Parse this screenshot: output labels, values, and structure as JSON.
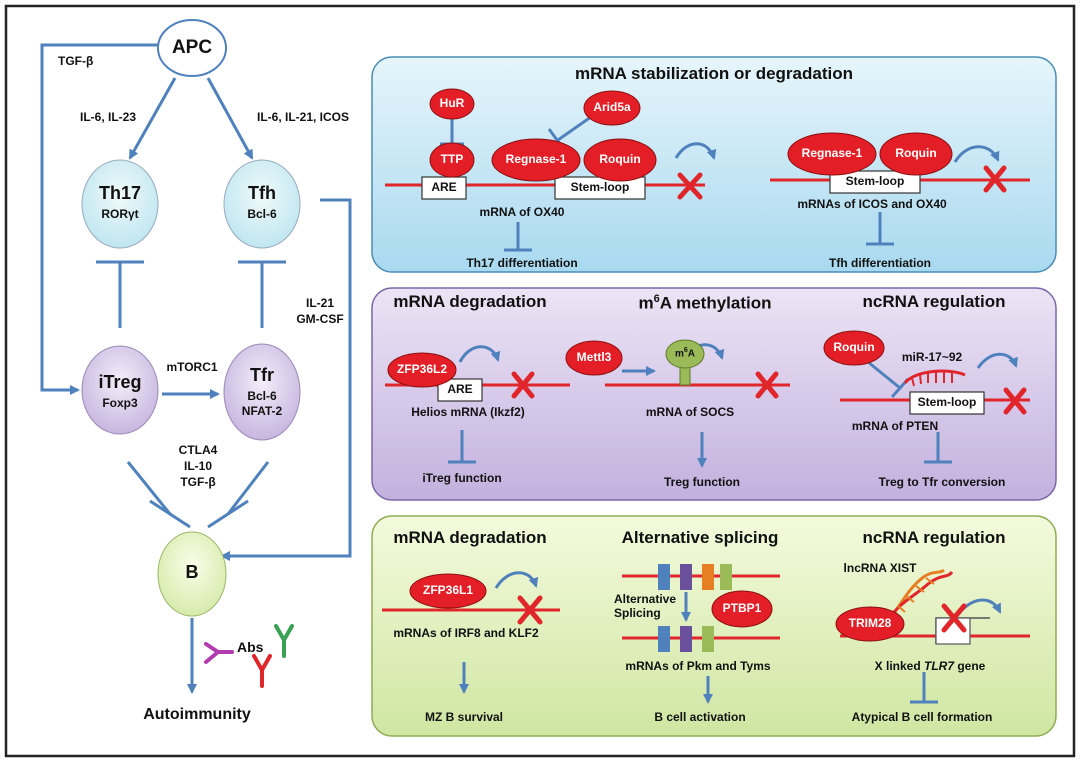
{
  "left": {
    "apc": "APC",
    "tgfb_top": "TGF-β",
    "il6_il23": "IL-6, IL-23",
    "il6_il21_icos": "IL-6, IL-21, ICOS",
    "th17": "Th17",
    "th17_tf": "RORγt",
    "tfh": "Tfh",
    "tfh_tf": "Bcl-6",
    "il21": "IL-21",
    "gmcsf": "GM-CSF",
    "itreg": "iTreg",
    "itreg_tf": "Foxp3",
    "mtorc1": "mTORC1",
    "tfr": "Tfr",
    "tfr_tf1": "Bcl-6",
    "tfr_tf2": "NFAT-2",
    "ctla4": "CTLA4",
    "il10": "IL-10",
    "tgfb_mid": "TGF-β",
    "b": "B",
    "abs": "Abs",
    "autoimmunity": "Autoimmunity"
  },
  "panel1": {
    "title": "mRNA stabilization or degradation",
    "hur": "HuR",
    "arid5a": "Arid5a",
    "ttp": "TTP",
    "regnase1_a": "Regnase-1",
    "roquin_a": "Roquin",
    "are": "ARE",
    "stemloop_a": "Stem-loop",
    "mrna_ox40": "mRNA of OX40",
    "th17_diff": "Th17 differentiation",
    "regnase1_b": "Regnase-1",
    "roquin_b": "Roquin",
    "stemloop_b": "Stem-loop",
    "mrnas_icos": "mRNAs of ICOS and OX40",
    "tfh_diff": "Tfh differentiation"
  },
  "panel2": {
    "title_a": "mRNA degradation",
    "title_b_pre": "m",
    "title_b_sup": "6",
    "title_b_post": "A methylation",
    "title_c": "ncRNA regulation",
    "zfp36l2": "ZFP36L2",
    "are": "ARE",
    "helios": "Helios mRNA (Ikzf2)",
    "itreg_fn": "iTreg function",
    "mettl3": "Mettl3",
    "m6a_pre": "m",
    "m6a_sup": "6",
    "m6a_post": "A",
    "mrna_socs": "mRNA of SOCS",
    "treg_fn": "Treg function",
    "roquin": "Roquin",
    "mir": "miR-17~92",
    "stemloop": "Stem-loop",
    "mrna_pten": "mRNA of PTEN",
    "treg_tfr": "Treg to Tfr conversion"
  },
  "panel3": {
    "title_a": "mRNA degradation",
    "title_b": "Alternative splicing",
    "title_c": "ncRNA regulation",
    "zfp36l1": "ZFP36L1",
    "mrnas_irf8": "mRNAs of IRF8 and KLF2",
    "mzb": "MZ B survival",
    "alt_spl1": "Alternative",
    "alt_spl2": "Splicing",
    "ptbp1": "PTBP1",
    "mrnas_pkm": "mRNAs of Pkm and Tyms",
    "bcell_act": "B cell  activation",
    "lncrna": "lncRNA XIST",
    "trim28": "TRIM28",
    "xlinked_pre": "X linked ",
    "xlinked_gene": "TLR7",
    "xlinked_post": " gene",
    "atypical": "Atypical B cell formation"
  },
  "colors": {
    "arrow": "#4f81bd",
    "protein": "#e41e26",
    "mrna_line": "#e0262a",
    "panel1_fill": "#bfe3f3",
    "panel2_fill": "#d3c6e6",
    "panel3_fill": "#dcedb6"
  }
}
